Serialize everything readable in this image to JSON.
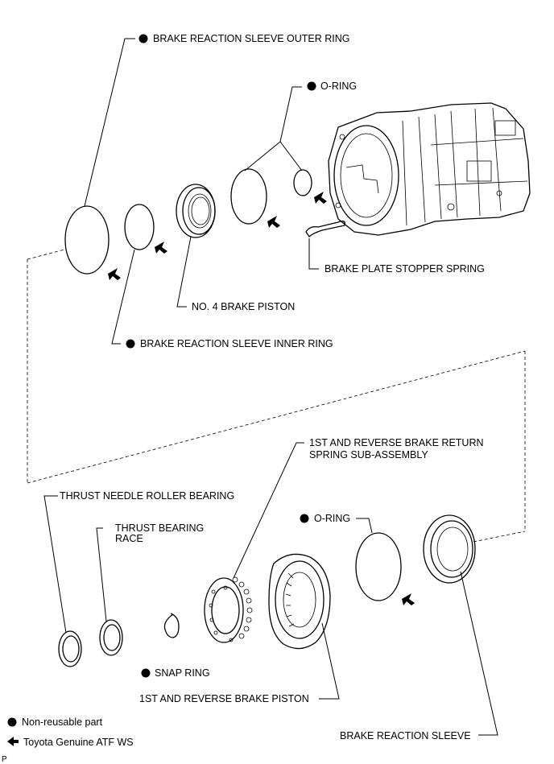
{
  "labels": {
    "outer_ring": "BRAKE REACTION SLEEVE OUTER RING",
    "oring_top": "O-RING",
    "stopper_spring": "BRAKE PLATE STOPPER SPRING",
    "no4_piston": "NO. 4 BRAKE PISTON",
    "inner_ring": "BRAKE REACTION SLEEVE INNER RING",
    "return_spring_line1": "1ST AND REVERSE BRAKE RETURN",
    "return_spring_line2": "SPRING SUB-ASSEMBLY",
    "thrust_needle": "THRUST NEEDLE ROLLER BEARING",
    "thrust_race_line1": "THRUST BEARING",
    "thrust_race_line2": "RACE",
    "oring_bottom": "O-RING",
    "snap_ring": "SNAP RING",
    "first_rev_piston": "1ST AND REVERSE BRAKE PISTON",
    "reaction_sleeve": "BRAKE REACTION SLEEVE"
  },
  "legend": {
    "non_reusable": "Non-reusable part",
    "atf": "Toyota Genuine ATF WS"
  },
  "corner_mark": "P"
}
